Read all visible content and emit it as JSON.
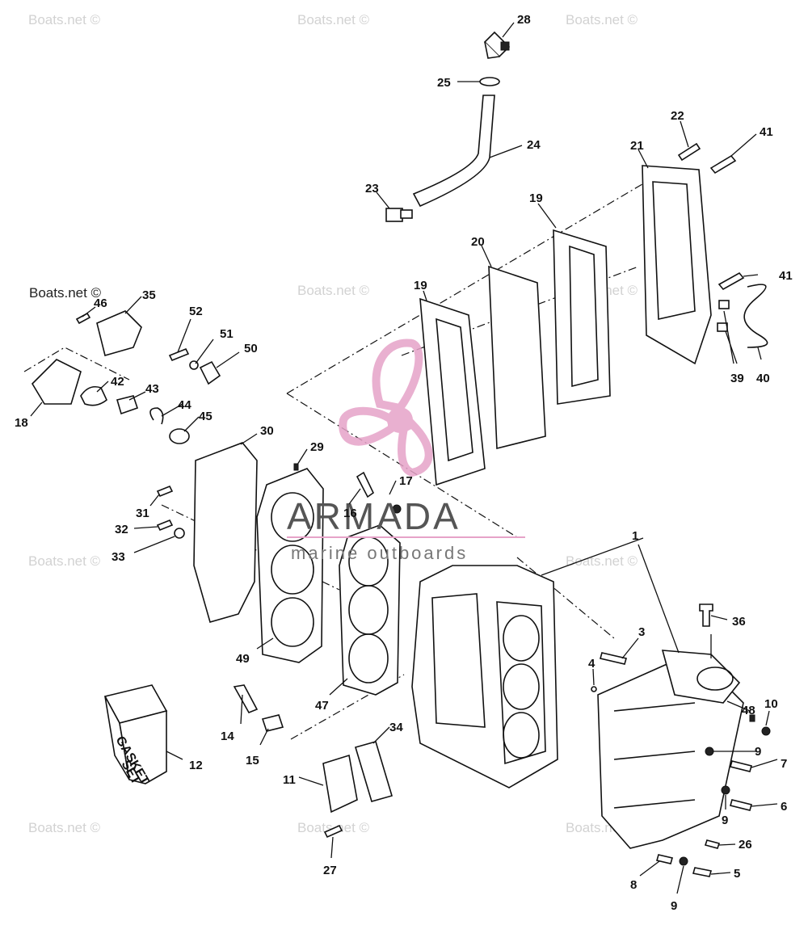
{
  "watermarks": {
    "site": "Boats.net ©"
  },
  "logo": {
    "brand": "ARMADA",
    "tagline": "marine outboards",
    "color": "#e6a3c8"
  },
  "callouts": {
    "c1": "1",
    "c3": "3",
    "c4": "4",
    "c5": "5",
    "c6": "6",
    "c7": "7",
    "c8": "8",
    "c9a": "9",
    "c9b": "9",
    "c9c": "9",
    "c10": "10",
    "c11": "11",
    "c12": "12",
    "c14": "14",
    "c15": "15",
    "c16": "16",
    "c17": "17",
    "c18": "18",
    "c19a": "19",
    "c19b": "19",
    "c20": "20",
    "c21": "21",
    "c22": "22",
    "c23": "23",
    "c24": "24",
    "c25": "25",
    "c26": "26",
    "c27": "27",
    "c28": "28",
    "c29": "29",
    "c30": "30",
    "c31": "31",
    "c32": "32",
    "c33": "33",
    "c34": "34",
    "c35": "35",
    "c36": "36",
    "c39": "39",
    "c40": "40",
    "c41a": "41",
    "c41b": "41",
    "c42": "42",
    "c43": "43",
    "c44": "44",
    "c45": "45",
    "c46": "46",
    "c47": "47",
    "c48": "48",
    "c49": "49",
    "c50": "50",
    "c51": "51",
    "c52": "52"
  },
  "gasket_box": {
    "line1": "GASKET",
    "line2": "SET"
  }
}
